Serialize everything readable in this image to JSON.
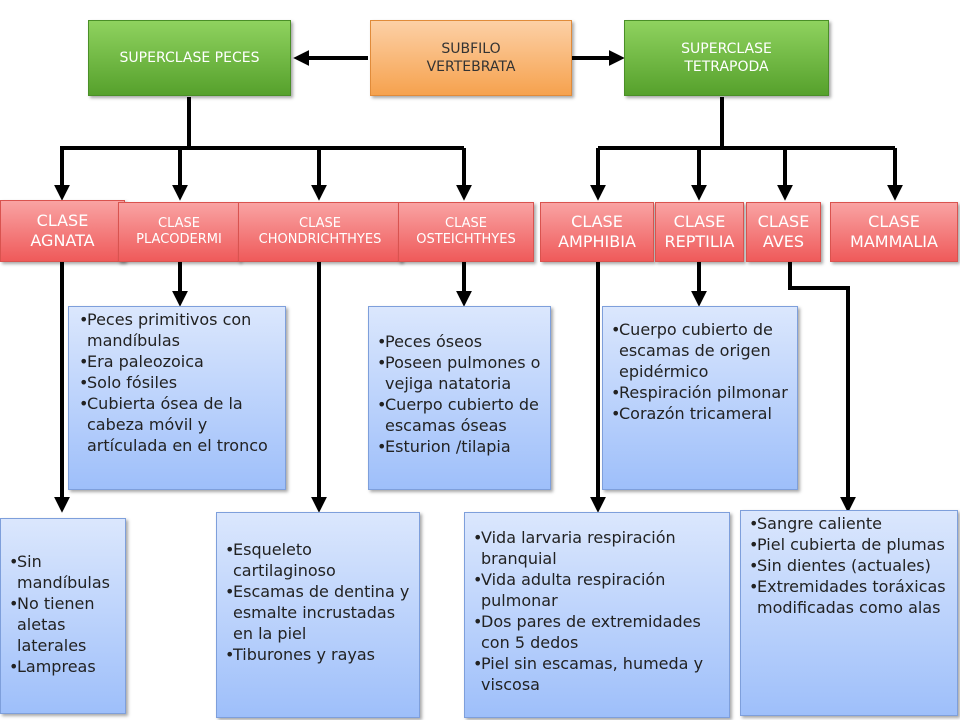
{
  "top": {
    "left": "SUPERCLASE PECES",
    "center": "SUBFILO\nVERTEBRATA",
    "right": "SUPERCLASE\nTETRAPODA"
  },
  "classes": {
    "agnata": "CLASE\nAGNATA",
    "placodermi": "CLASE\nPLACODERMI",
    "chondrichthyes": "CLASE\nCHONDRICHTHYES",
    "osteichthyes": "CLASE\nOSTEICHTHYES",
    "amphibia": "CLASE\nAMPHIBIA",
    "reptilia": "CLASE\nREPTILIA",
    "aves": "CLASE\nAVES",
    "mammalia": "CLASE\nMAMMALIA"
  },
  "details": {
    "placodermi": [
      "Peces primitivos con mandíbulas",
      "Era paleozoica",
      "Solo fósiles",
      "Cubierta ósea de la cabeza móvil y artículada en el tronco"
    ],
    "osteichthyes": [
      "Peces óseos",
      "Poseen pulmones o vejiga natatoria",
      "Cuerpo cubierto de escamas óseas",
      "Esturion /tilapia"
    ],
    "reptilia": [
      "Cuerpo cubierto de escamas de origen epidérmico",
      "Respiración pilmonar",
      "Corazón tricameral"
    ],
    "agnata": [
      "Sin mandíbulas",
      "No tienen aletas laterales",
      "Lampreas"
    ],
    "chondrichthyes": [
      "Esqueleto cartilaginoso",
      "Escamas de dentina y esmalte incrustadas en la piel",
      "Tiburones y rayas"
    ],
    "amphibia": [
      "Vida larvaria respiración branquial",
      "Vida adulta respiración pulmonar",
      "Dos pares de extremidades con 5 dedos",
      "Piel sin escamas, humeda y viscosa"
    ],
    "aves": [
      "Sangre caliente",
      "Piel cubierta de plumas",
      "Sin dientes (actuales)",
      "Extremidades toráxicas modificadas como alas"
    ]
  }
}
